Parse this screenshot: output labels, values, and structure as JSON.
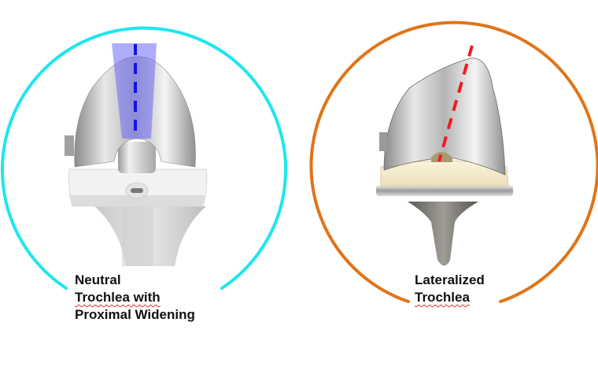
{
  "panels": [
    {
      "id": "neutral",
      "ring_color": "#1fe6ee",
      "axis_color": "#1414e0",
      "zone_color": "#7070f5",
      "label_lines": [
        "Neutral",
        "Trochlea with",
        "Proximal Widening"
      ],
      "spellcheck_word_line": 1
    },
    {
      "id": "lateralized",
      "ring_color": "#e07418",
      "axis_color": "#ee1c24",
      "label_lines": [
        "Lateralized",
        "Trochlea"
      ],
      "spellcheck_word_line": 1
    }
  ]
}
